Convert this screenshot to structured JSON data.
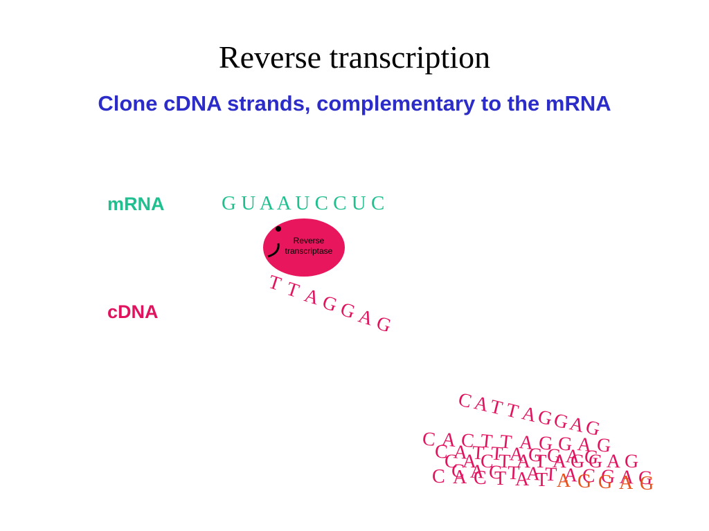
{
  "title": "Reverse transcription",
  "subtitle": "Clone cDNA strands, complementary to the mRNA",
  "mrna": {
    "label": "mRNA",
    "sequence": "G U A A U C C U C"
  },
  "enzyme": {
    "line1": "Reverse",
    "line2": "transcriptase"
  },
  "cdna": {
    "label": "cDNA",
    "strand": [
      "T",
      "T",
      "A",
      "G",
      "G",
      "A",
      "G"
    ]
  },
  "copies": [
    [
      "C",
      "A",
      "T",
      "T",
      "A",
      "G",
      "G",
      "A",
      "G"
    ],
    [
      "C",
      "A",
      "C",
      "T",
      "T",
      "A",
      "G",
      "G",
      "A",
      "G"
    ],
    [
      "C",
      "A",
      "T",
      "T",
      "A",
      "G",
      "G",
      "A",
      "G"
    ],
    [
      "C",
      "A",
      "C",
      "T",
      "A",
      "T",
      "A",
      "G",
      "G",
      "A",
      "G"
    ],
    [
      "C",
      "A",
      "C",
      "T",
      "A",
      "T",
      "A",
      "C",
      "G",
      "A",
      "G"
    ],
    [
      "C",
      "A",
      "C",
      "T",
      "A",
      "T",
      "A",
      "G",
      "G",
      "A",
      "G"
    ]
  ],
  "colors": {
    "title": "#000000",
    "subtitle": "#2c2cc9",
    "mrna": "#1fbf8f",
    "cdna": "#e0135e",
    "enzyme": "#e8175d",
    "copy_accent": "#e8501a"
  }
}
